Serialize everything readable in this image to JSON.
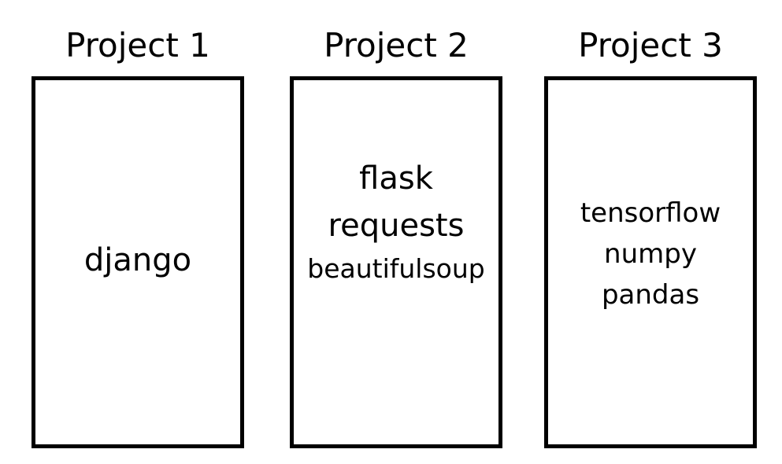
{
  "projects": [
    {
      "title": "Project 1",
      "packages": [
        "django"
      ]
    },
    {
      "title": "Project 2",
      "packages": [
        "flask",
        "requests",
        "beautifulsoup"
      ]
    },
    {
      "title": "Project 3",
      "packages": [
        "tensorflow",
        "numpy",
        "pandas"
      ]
    }
  ]
}
